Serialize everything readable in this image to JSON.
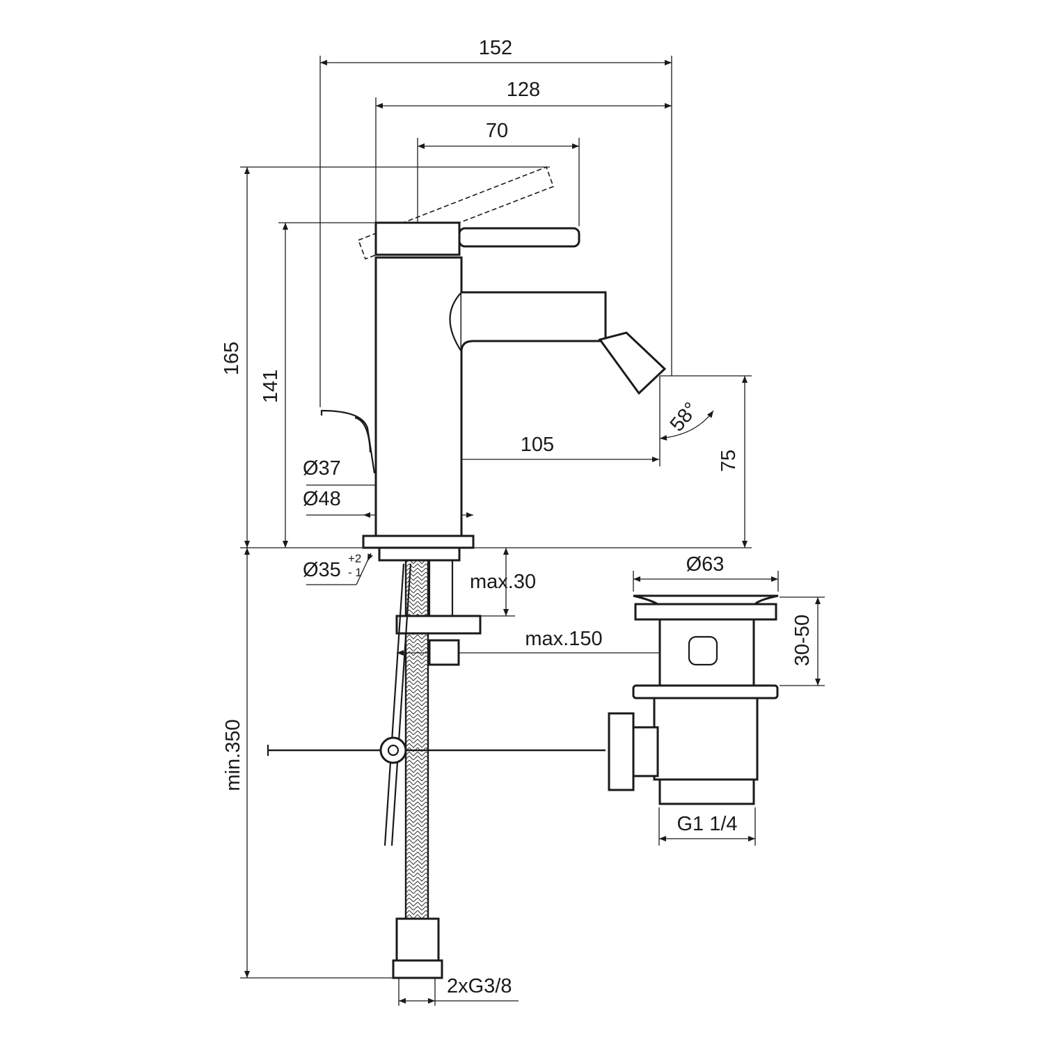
{
  "dimensions": {
    "overall_depth": "152",
    "lever_reach": "128",
    "lever_length": "70",
    "total_height": "165",
    "body_height": "141",
    "spout_reach": "105",
    "spout_height": "75",
    "spout_angle": "58°",
    "body_diameter": "Ø37",
    "base_diameter": "Ø48",
    "hole_diameter": "Ø35",
    "hole_tol_plus": "+2",
    "hole_tol_minus": "- 1",
    "max_deck": "max.30",
    "max_rod": "max.150",
    "waste_diameter": "Ø63",
    "waste_height": "30-50",
    "waste_thread": "G1 1/4",
    "hose_length": "min.350",
    "hose_thread": "2xG3/8"
  }
}
